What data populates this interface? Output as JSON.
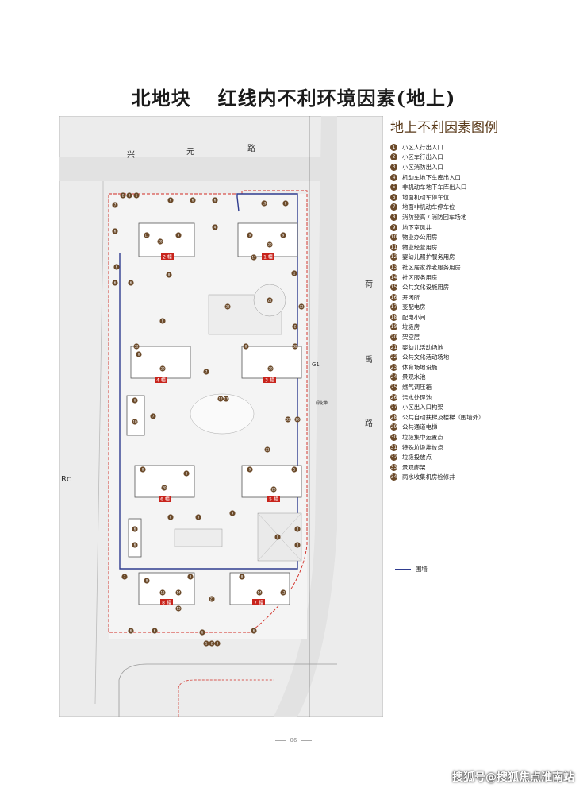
{
  "header": {
    "title_left": "北地块",
    "title_right": "红线内不利环境因素(地上)"
  },
  "legend": {
    "title": "地上不利因素图例",
    "items": [
      {
        "num": "1",
        "label": "小区人行出入口"
      },
      {
        "num": "2",
        "label": "小区车行出入口"
      },
      {
        "num": "3",
        "label": "小区消防出入口"
      },
      {
        "num": "4",
        "label": "机动车地下车库出入口"
      },
      {
        "num": "5",
        "label": "非机动车地下车库出入口"
      },
      {
        "num": "6",
        "label": "地面机动车停车位"
      },
      {
        "num": "7",
        "label": "地面非机动车停车位"
      },
      {
        "num": "8",
        "label": "消防登高 / 消防回车场地"
      },
      {
        "num": "9",
        "label": "地下室风井"
      },
      {
        "num": "10",
        "label": "物业办公用房"
      },
      {
        "num": "11",
        "label": "物业经营用房"
      },
      {
        "num": "12",
        "label": "婴幼儿照护服务用房"
      },
      {
        "num": "13",
        "label": "社区居家养老服务用房"
      },
      {
        "num": "14",
        "label": "社区服务用房"
      },
      {
        "num": "15",
        "label": "公共文化设施用房"
      },
      {
        "num": "16",
        "label": "开闭所"
      },
      {
        "num": "17",
        "label": "变配电房"
      },
      {
        "num": "18",
        "label": "配电小间"
      },
      {
        "num": "19",
        "label": "垃圾房"
      },
      {
        "num": "20",
        "label": "架空层"
      },
      {
        "num": "21",
        "label": "婴幼儿活动场地"
      },
      {
        "num": "22",
        "label": "公共文化活动场地"
      },
      {
        "num": "23",
        "label": "体育场地设施"
      },
      {
        "num": "24",
        "label": "景观水池"
      },
      {
        "num": "25",
        "label": "燃气调压箱"
      },
      {
        "num": "26",
        "label": "污水处理池"
      },
      {
        "num": "27",
        "label": "小区出入口构架"
      },
      {
        "num": "28",
        "label": "公共自动扶梯及楼梯（围墙外）"
      },
      {
        "num": "29",
        "label": "公共通道电梯"
      },
      {
        "num": "30",
        "label": "垃圾集中运置点"
      },
      {
        "num": "31",
        "label": "特殊垃圾堆放点"
      },
      {
        "num": "32",
        "label": "垃圾投放点"
      },
      {
        "num": "33",
        "label": "景观廊架"
      },
      {
        "num": "34",
        "label": "雨水收集机房检修井"
      }
    ],
    "wall_label": "围墙",
    "wall_color": "#2f3c8f"
  },
  "map": {
    "road_north": [
      "兴",
      "元",
      "路"
    ],
    "road_east": [
      "荷",
      "禹",
      "路"
    ],
    "edge_label_left": "Rc",
    "g1_label": "G1",
    "green_label": "绿化带",
    "buildings": [
      {
        "tag": "2 幢"
      },
      {
        "tag": "1 幢"
      },
      {
        "tag": "4 幢"
      },
      {
        "tag": "3 幢"
      },
      {
        "tag": "6 幢"
      },
      {
        "tag": "5 幢"
      },
      {
        "tag": "8 幢"
      },
      {
        "tag": "7 幢"
      }
    ],
    "red_line_color": "#d22a22",
    "marker_color": "#6b4a2a"
  },
  "footer": {
    "page": "06",
    "watermark": "搜狐号@搜狐焦点淮南站"
  }
}
